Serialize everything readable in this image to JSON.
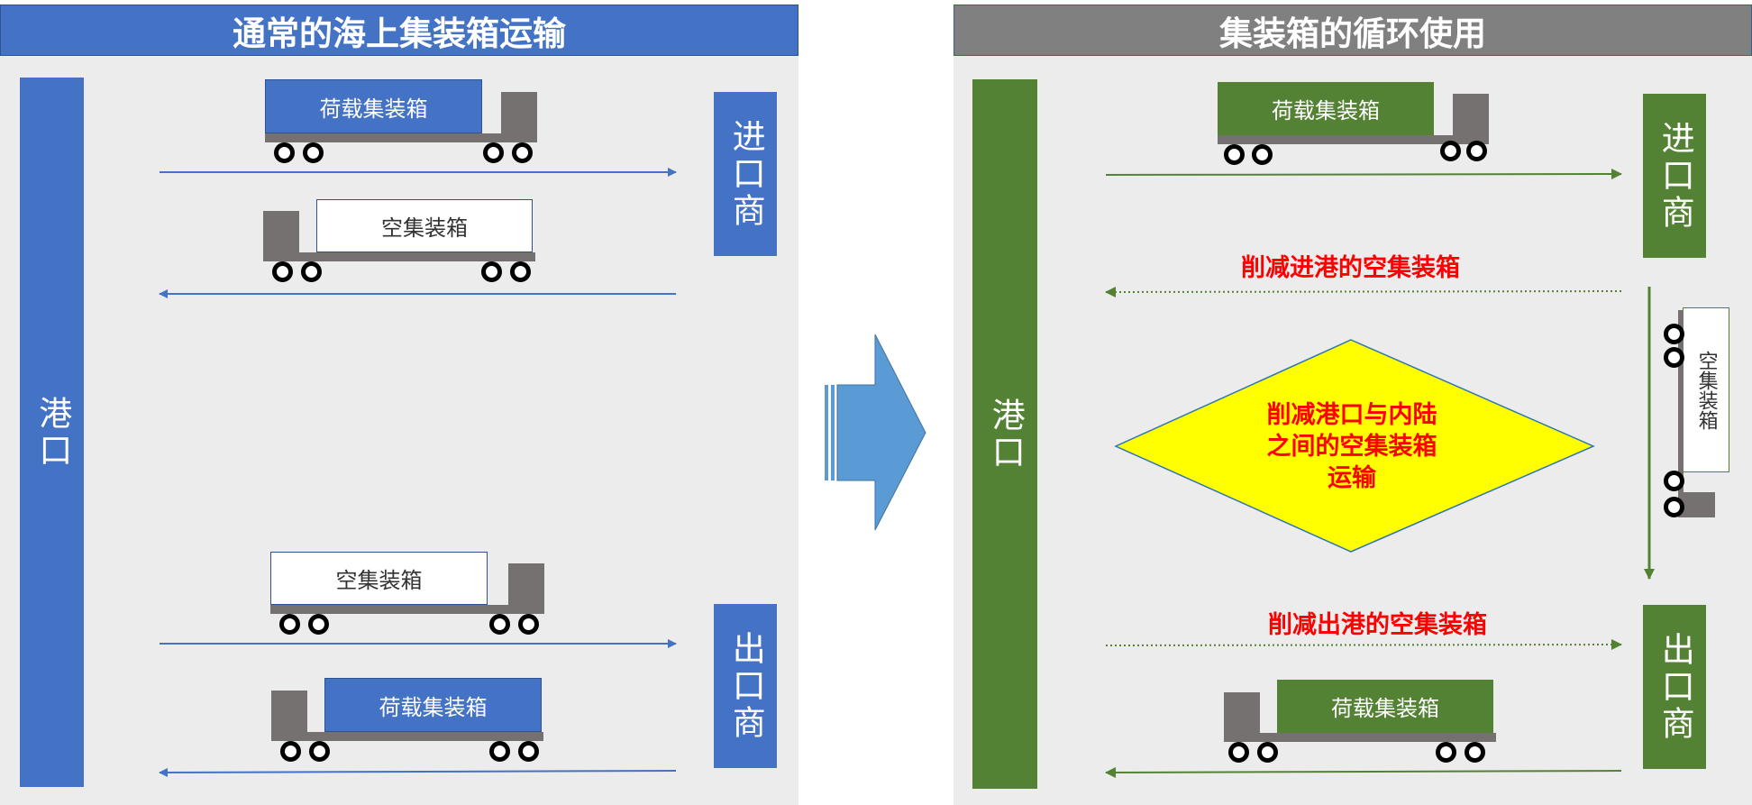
{
  "left_panel": {
    "title": "通常的海上集装箱运输",
    "port_label": "港口",
    "importer_label": "进口商",
    "exporter_label": "出口商",
    "truck_1": "荷载集装箱",
    "truck_2": "空集装箱",
    "truck_3": "空集装箱",
    "truck_4": "荷载集装箱"
  },
  "right_panel": {
    "title": "集装箱的循环使用",
    "port_label": "港口",
    "importer_label": "进口商",
    "exporter_label": "出口商",
    "truck_top": "荷载集装箱",
    "truck_bottom": "荷载集装箱",
    "truck_vertical": "空集装箱",
    "note_inbound": "削减进港的空集装箱",
    "note_outbound": "削减出港的空集装箱",
    "diamond_lines": [
      "削减港口与内陆",
      "之间的空集装箱",
      "运输"
    ]
  },
  "colors": {
    "blue": "#4472c4",
    "green": "#548235",
    "grey": "#808080",
    "panel_bg": "#ececec",
    "note_red": "#ff0000",
    "diamond_yellow": "#ffff00",
    "arrow_blue": "#5b9bd5"
  },
  "icons": {
    "transition_arrow": "right-arrow-icon"
  }
}
